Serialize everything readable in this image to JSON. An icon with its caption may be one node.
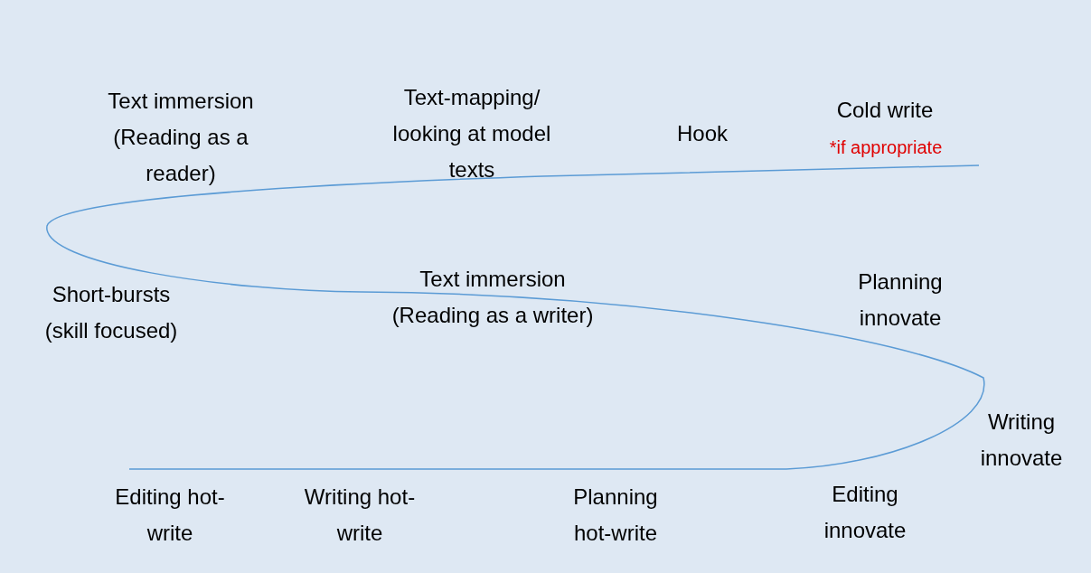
{
  "diagram": {
    "labels": [
      "Text immersion (Reading as a reader)",
      "Text-mapping/ looking at model texts",
      "Hook",
      "Cold write",
      "*if appropriate",
      "Short-bursts (skill focused)",
      "Text immersion (Reading as a writer)",
      "Planning innovate",
      "Writing innovate",
      "Editing hot-write",
      "Writing hot-write",
      "Planning hot-write",
      "Editing innovate"
    ]
  }
}
